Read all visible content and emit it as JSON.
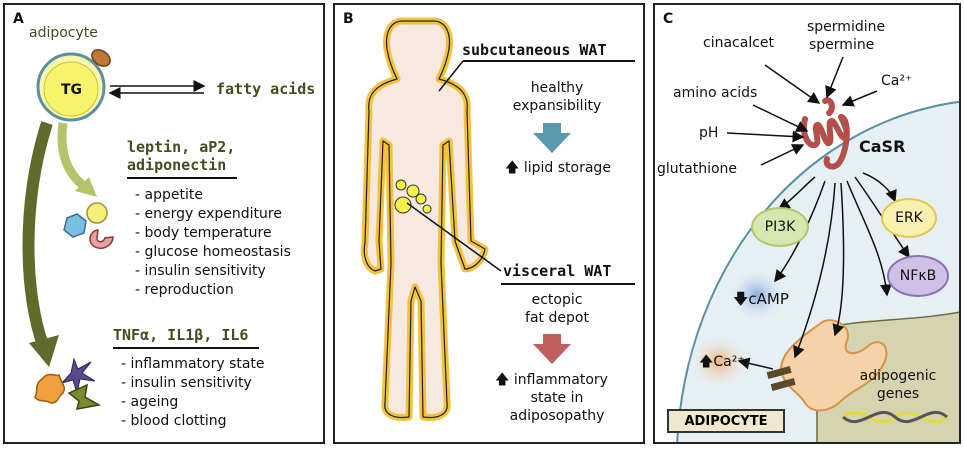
{
  "panel_a": {
    "label": "A",
    "cell_label": "adipocyte",
    "tg_label": "TG",
    "fatty_acids": "fatty acids",
    "group1_title_line1": "leptin, aP2,",
    "group1_title_line2": "adiponectin",
    "group1_items": [
      "- appetite",
      "- energy expenditure",
      "- body temperature",
      "- glucose homeostasis",
      "- insulin sensitivity",
      "- reproduction"
    ],
    "group2_title": "TNFα, IL1β, IL6",
    "group2_items": [
      "- inflammatory state",
      "- insulin sensitivity",
      "- ageing",
      "- blood clotting"
    ]
  },
  "panel_b": {
    "label": "B",
    "subcutaneous_title": "subcutaneous WAT",
    "subcutaneous_desc_line1": "healthy",
    "subcutaneous_desc_line2": "expansibility",
    "subcutaneous_result": "lipid storage",
    "visceral_title": "visceral WAT",
    "visceral_desc_line1": "ectopic",
    "visceral_desc_line2": "fat depot",
    "visceral_result_line1": "inflammatory",
    "visceral_result_line2": "state in",
    "visceral_result_line3": "adiposopathy"
  },
  "panel_c": {
    "label": "C",
    "spermidine": "spermidine",
    "spermine": "spermine",
    "cinacalcet": "cinacalcet",
    "ca_ext": "Ca²⁺",
    "amino_acids": "amino acids",
    "ph": "pH",
    "glutathione": "glutathione",
    "receptor": "CaSR",
    "pi3k": "PI3K",
    "erk": "ERK",
    "camp": "cAMP",
    "nfkb": "NFκB",
    "ca_int": "Ca²⁺",
    "genes_line1": "adipogenic",
    "genes_line2": "genes",
    "cell_name": "ADIPOCYTE"
  },
  "colors": {
    "olive_dark": "#5f6b2b",
    "olive_light": "#b4c46a",
    "body_outline": "#f2c23c",
    "teal_arrow": "#5a9aae",
    "red_arrow": "#c0605e",
    "receptor": "#b4504c",
    "cell_fill": "#e6f0f4"
  }
}
